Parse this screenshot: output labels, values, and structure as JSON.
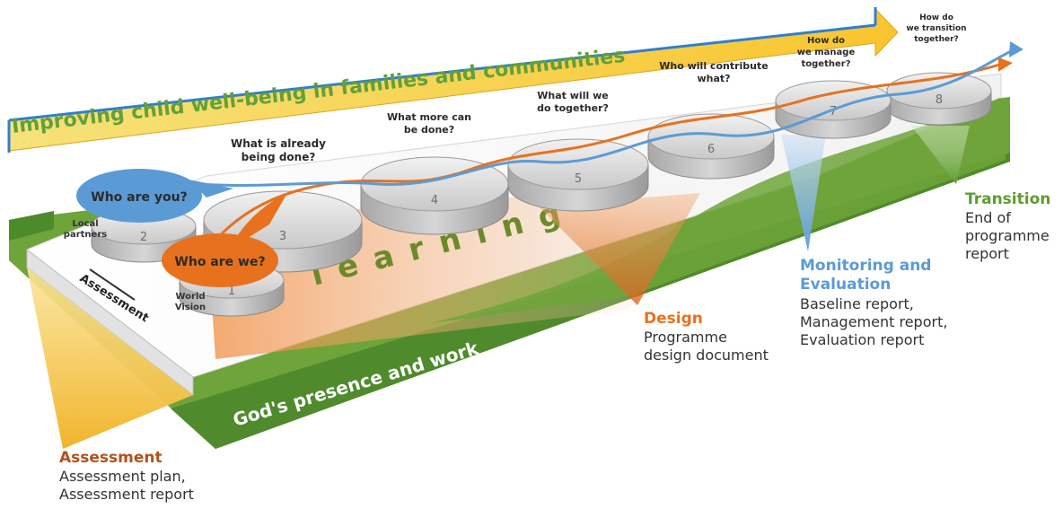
{
  "banner": {
    "title": "Improving child well-being in families and communities"
  },
  "platform": {
    "base_label": "God's presence and work",
    "learning_label": "learning",
    "side_label": "Assessment"
  },
  "bubbles": [
    {
      "text": "Who are you?",
      "sub": "Local partners",
      "color": "#5b9bd5"
    },
    {
      "text": "Who are we?",
      "sub": "World Vision",
      "color": "#e86e1c"
    }
  ],
  "steps": [
    {
      "number": "1"
    },
    {
      "number": "2"
    },
    {
      "number": "3",
      "question": "What is already being done?"
    },
    {
      "number": "4",
      "question": "What more can be done?"
    },
    {
      "number": "5",
      "question": "What will we do together?"
    },
    {
      "number": "6",
      "question": "Who will contribute what?"
    },
    {
      "number": "7",
      "question": "How do we manage together?"
    },
    {
      "number": "8",
      "question": "How do we transition together?"
    }
  ],
  "phases": [
    {
      "title": "Assessment",
      "docs": [
        "Assessment plan,",
        "Assessment report"
      ],
      "color": "#b5501a"
    },
    {
      "title": "Design",
      "docs": [
        "Programme",
        "design document"
      ],
      "color": "#e8711e"
    },
    {
      "title": "Monitoring and Evaluation",
      "docs": [
        "Baseline report,",
        "Management report,",
        "Evaluation report"
      ],
      "color": "#5b9bd5"
    },
    {
      "title": "Transition",
      "docs": [
        "End of",
        "programme",
        "report"
      ],
      "color": "#5f9b2f"
    }
  ]
}
